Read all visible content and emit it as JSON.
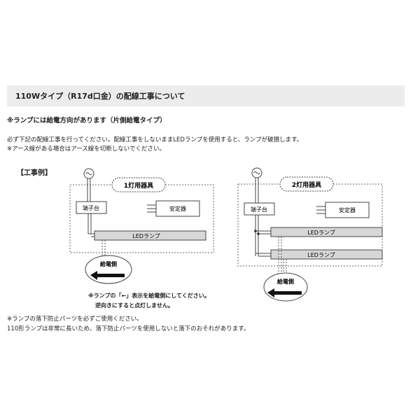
{
  "header": {
    "title": "110Wタイプ（R17d口金）の配線工事について"
  },
  "notice": {
    "bold_line": "※ランプには給電方向があります（片側給電タイプ）",
    "line1": "必ず下記の配線工事を行ってください。配線工事をしないままLEDランプを使用すると、ランプが破損します。",
    "line2": "※アース線がある場合はアース線を切断しないでください。"
  },
  "example_label": "【工事例】",
  "diagram_left": {
    "title": "1灯用器具",
    "terminal": "端子台",
    "ballast": "安定器",
    "lamp": "LEDランプ",
    "feed_label": "給電側"
  },
  "diagram_right": {
    "title": "2灯用器具",
    "terminal": "端子台",
    "ballast": "安定器",
    "lamp1": "LEDランプ",
    "lamp2": "LEDランプ",
    "feed_label": "給電側"
  },
  "caption": {
    "line1": "※ランプの「←」表示を給電側にしてください。",
    "line2": "逆向きにすると点灯しません。"
  },
  "footer": {
    "line1": "※ランプの落下防止パーツを必ずご使用ください。",
    "line2": "110形ランプは非常に長いため、落下防止パーツを使用しないと落下のおそれがあります。"
  }
}
